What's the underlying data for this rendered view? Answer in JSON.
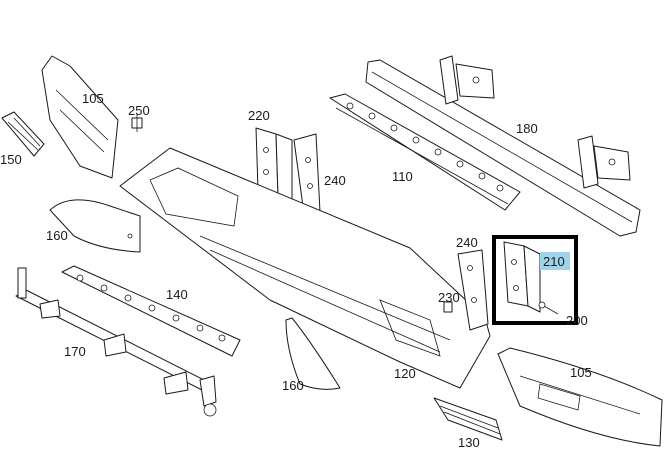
{
  "labels": {
    "l105a": "105",
    "l105b": "105",
    "l110": "110",
    "l120": "120",
    "l130": "130",
    "l140": "140",
    "l150": "150",
    "l160a": "160",
    "l160b": "160",
    "l170": "170",
    "l180": "180",
    "l200": "200",
    "l210": "210",
    "l220": "220",
    "l230": "230",
    "l240a": "240",
    "l240b": "240",
    "l250": "250"
  },
  "highlight": {
    "label": "210",
    "color": "#9fd3ea",
    "box_color": "#000000"
  }
}
